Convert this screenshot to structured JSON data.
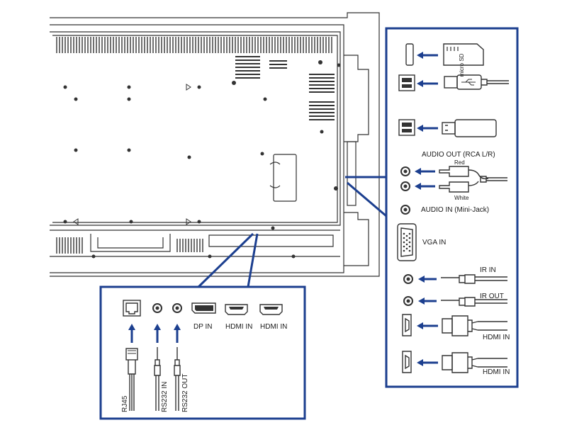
{
  "colors": {
    "frame": "#1c3f8f",
    "arrow": "#1c3f8f",
    "line": "#333333",
    "background": "#ffffff"
  },
  "right_panel": {
    "audio_out_label": "AUDIO OUT (RCA L/R)",
    "red_label": "Red",
    "white_label": "White",
    "audio_in_label": "AUDIO IN (Mini-Jack)",
    "vga_label": "VGA IN",
    "ir_in_label": "IR IN",
    "ir_out_label": "IR OUT",
    "hdmi1_label": "HDMI IN",
    "hdmi2_label": "HDMI IN",
    "sd_text": "micro SD"
  },
  "bottom_panel": {
    "dp_label": "DP IN",
    "hdmi1_label": "HDMI IN",
    "hdmi2_label": "HDMI IN",
    "rj45_label": "RJ45",
    "rs232_in_label": "RS232 IN",
    "rs232_out_label": "RS232 OUT"
  },
  "icons": [
    "sd-card-icon",
    "usb-cable-icon",
    "usb-stick-icon",
    "rca-cable-icon",
    "vga-port-icon",
    "mini-jack-icon",
    "hdmi-cable-icon",
    "rj45-connector-icon"
  ]
}
